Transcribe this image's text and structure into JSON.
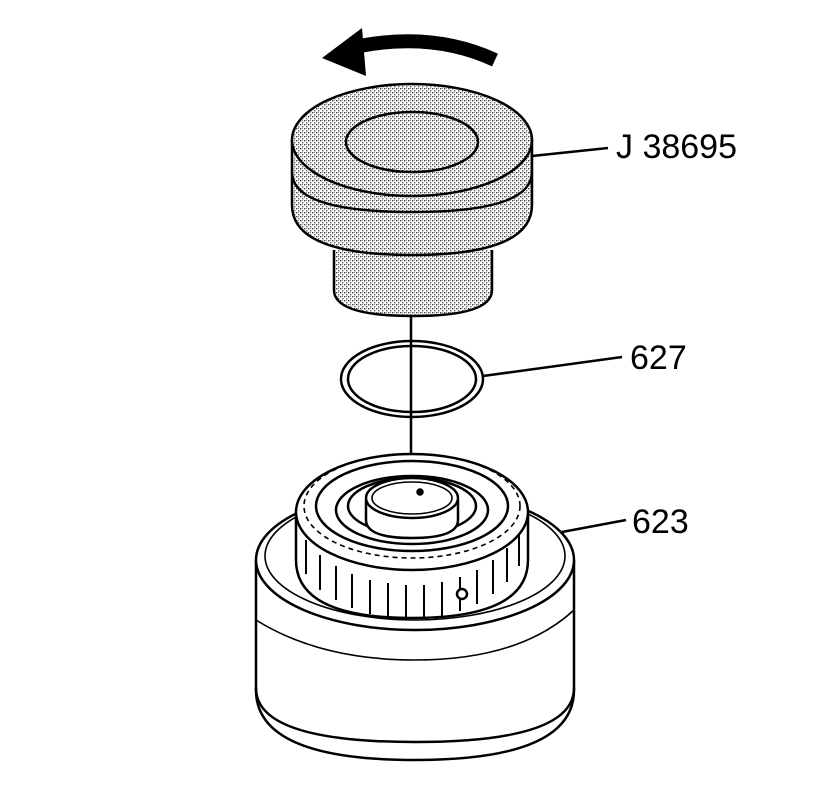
{
  "callouts": {
    "tool": "J 38695",
    "seal_ring": "627",
    "housing": "623"
  },
  "colors": {
    "line": "#000000",
    "background": "#ffffff",
    "stipple": "#8a8a8a"
  }
}
